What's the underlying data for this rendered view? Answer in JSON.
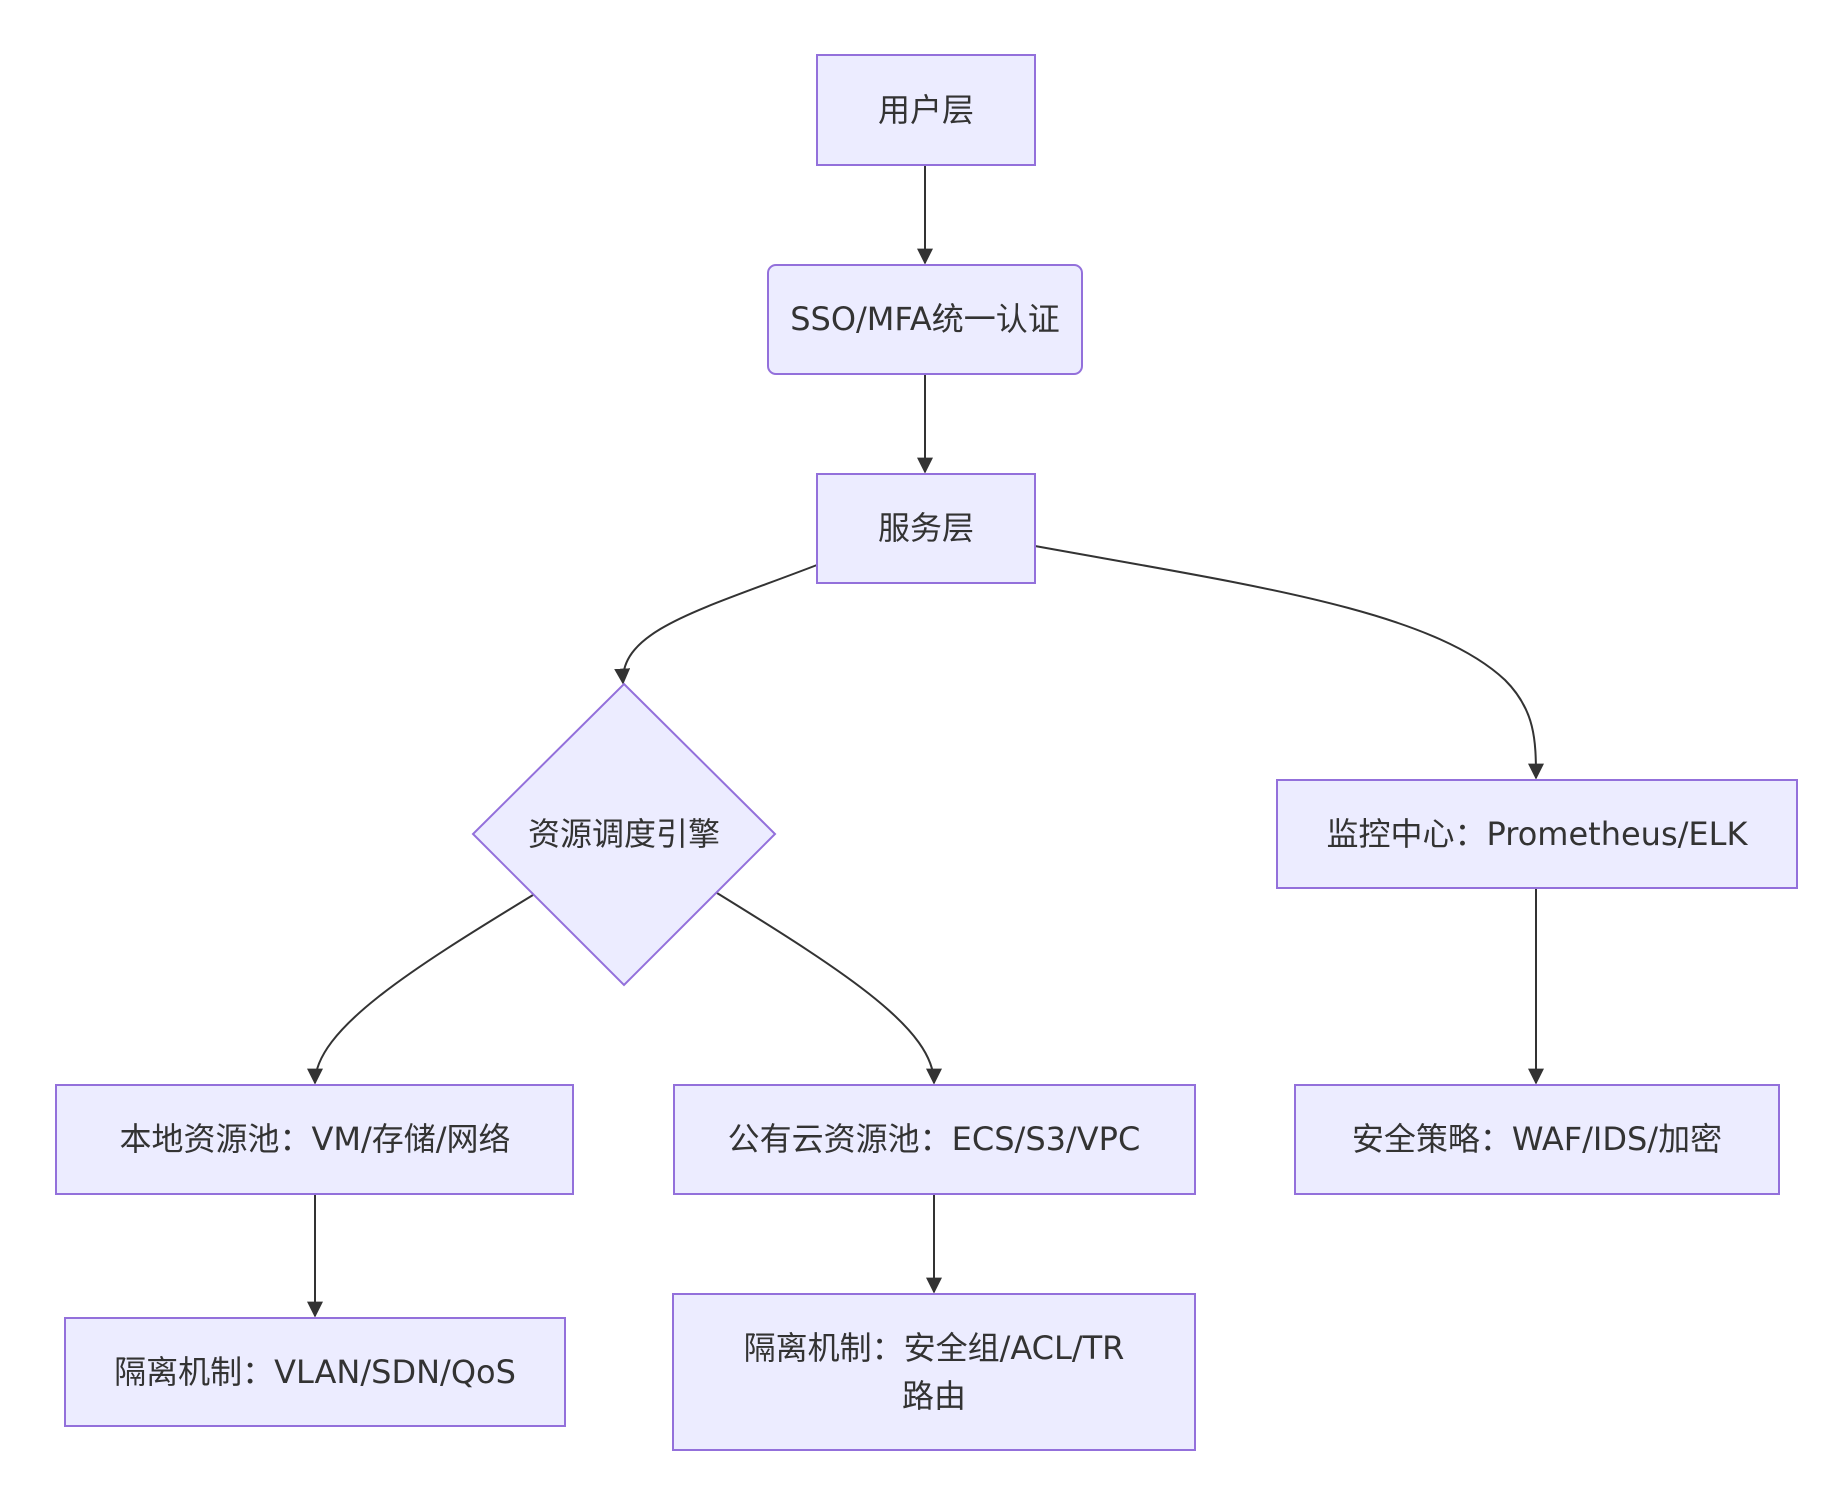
{
  "colors": {
    "node_fill": "#ECECFF",
    "node_stroke": "#9370DB",
    "edge": "#333333",
    "text": "#333333"
  },
  "nodes": {
    "user": {
      "label": "用户层"
    },
    "auth": {
      "label": "SSO/MFA统一认证"
    },
    "service": {
      "label": "服务层"
    },
    "scheduler": {
      "label": "资源调度引擎"
    },
    "monitor": {
      "label": "监控中心：Prometheus/ELK"
    },
    "local_pool": {
      "label": "本地资源池：VM/存储/网络"
    },
    "public_pool": {
      "label": "公有云资源池：ECS/S3/VPC"
    },
    "security": {
      "label": "安全策略：WAF/IDS/加密"
    },
    "local_isolation": {
      "label": "隔离机制：VLAN/SDN/QoS"
    },
    "public_isolation": {
      "line1": "隔离机制：安全组/ACL/TR",
      "line2": "路由"
    }
  },
  "edges": [
    {
      "from": "user",
      "to": "auth"
    },
    {
      "from": "auth",
      "to": "service"
    },
    {
      "from": "service",
      "to": "scheduler"
    },
    {
      "from": "service",
      "to": "monitor"
    },
    {
      "from": "scheduler",
      "to": "local_pool"
    },
    {
      "from": "scheduler",
      "to": "public_pool"
    },
    {
      "from": "monitor",
      "to": "security"
    },
    {
      "from": "local_pool",
      "to": "local_isolation"
    },
    {
      "from": "public_pool",
      "to": "public_isolation"
    }
  ]
}
